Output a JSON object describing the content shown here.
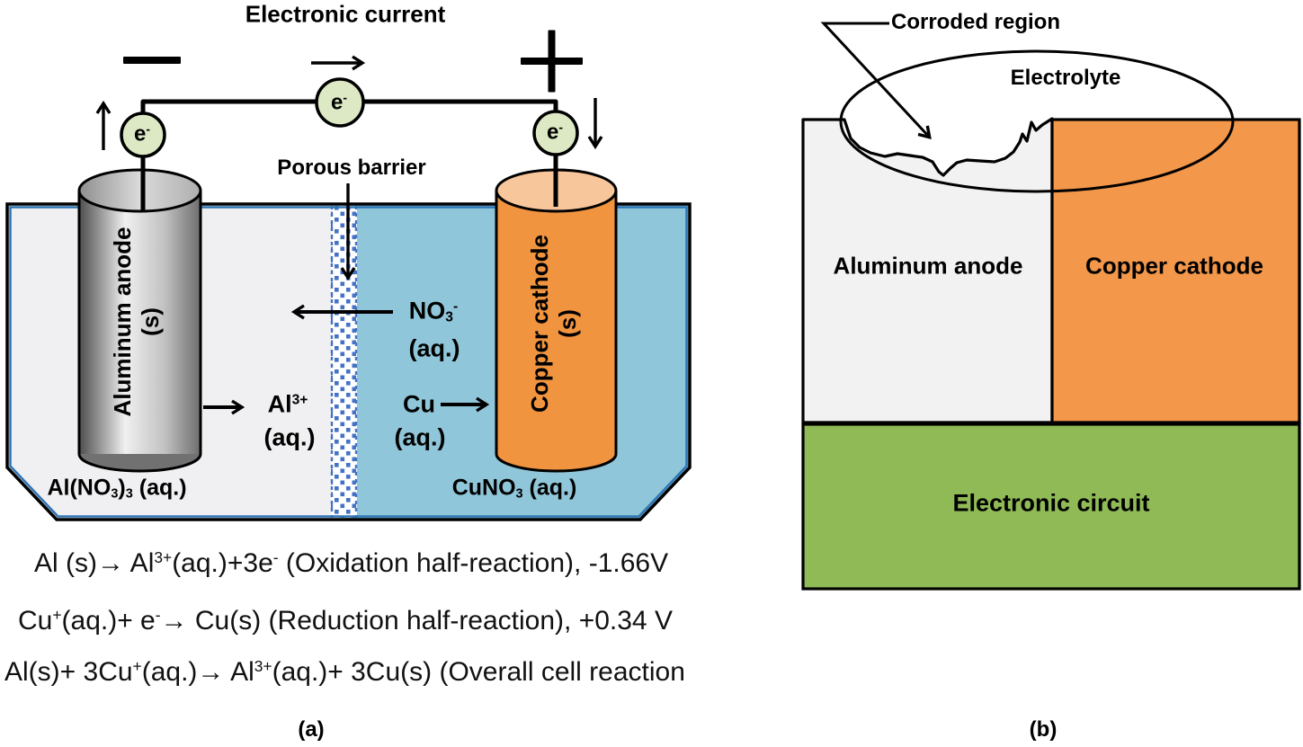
{
  "panel_a": {
    "title": "Electronic current",
    "porous_barrier_label": "Porous barrier",
    "caption": "(a)",
    "electron": [
      {
        "t": "e"
      },
      {
        "t": "-",
        "s": "sup"
      }
    ],
    "cylinders": {
      "anode": {
        "line1": "Aluminum anode",
        "line2": "(s)"
      },
      "cathode": {
        "line1": "Copper cathode",
        "line2": "(s)"
      }
    },
    "ions": {
      "al_ion": [
        {
          "t": "Al"
        },
        {
          "t": "3+",
          "s": "sup"
        }
      ],
      "al_aq": "(aq.)",
      "no3_ion": [
        {
          "t": "NO"
        },
        {
          "t": "3",
          "s": "sub"
        },
        {
          "t": "-",
          "s": "sup"
        }
      ],
      "no3_aq": "(aq.)",
      "cu_ion": "Cu",
      "cu_aq": "(aq.)"
    },
    "solutions": {
      "left": [
        {
          "t": "Al(NO"
        },
        {
          "t": "3",
          "s": "sub"
        },
        {
          "t": ")"
        },
        {
          "t": "3",
          "s": "sub"
        },
        {
          "t": " (aq.)"
        }
      ],
      "right": [
        {
          "t": "CuNO"
        },
        {
          "t": "3",
          "s": "sub"
        },
        {
          "t": " (aq.)"
        }
      ]
    },
    "equations": {
      "oxidation": [
        {
          "t": "Al (s)"
        },
        {
          "t": "→"
        },
        {
          "t": " Al"
        },
        {
          "t": "3+",
          "s": "sup"
        },
        {
          "t": "(aq.)+3e"
        },
        {
          "t": "-",
          "s": "sup"
        },
        {
          "t": " (Oxidation half-reaction), -1.66V"
        }
      ],
      "reduction": [
        {
          "t": "Cu"
        },
        {
          "t": "+",
          "s": "sup"
        },
        {
          "t": "(aq.)+ e"
        },
        {
          "t": "-",
          "s": "sup"
        },
        {
          "t": "→ Cu(s) (Reduction half-reaction), +0.34 V"
        }
      ],
      "overall": [
        {
          "t": "Al(s)+ 3Cu"
        },
        {
          "t": "+",
          "s": "sup"
        },
        {
          "t": "(aq.)→ Al"
        },
        {
          "t": "3+",
          "s": "sup"
        },
        {
          "t": "(aq.)+ 3Cu(s) (Overall cell reaction"
        }
      ]
    },
    "symbols": {
      "negative_terminal": "minus",
      "positive_terminal": "plus",
      "current_direction": "right-arrow",
      "electron_out": "up-arrow",
      "electron_in": "down-arrow"
    }
  },
  "panel_b": {
    "corroded_label": "Corroded region",
    "electrolyte_label": "Electrolyte",
    "anode_label": "Aluminum anode",
    "cathode_label": "Copper cathode",
    "circuit_label": "Electronic circuit",
    "caption": "(b)"
  },
  "colors": {
    "electrolyte_blue": "#90c6d9",
    "solution_gray": "#f0f0f2",
    "barrier_blue": "#4472c4",
    "container_inner_blue": "#2e75b6",
    "copper_orange": "#f0943f",
    "copper_top": "#f8c69b",
    "electron_green": "#dce9c4",
    "anode_gray": "#f2f2f2",
    "cathode_orange": "#f3974a",
    "circuit_green": "#8fba55"
  }
}
